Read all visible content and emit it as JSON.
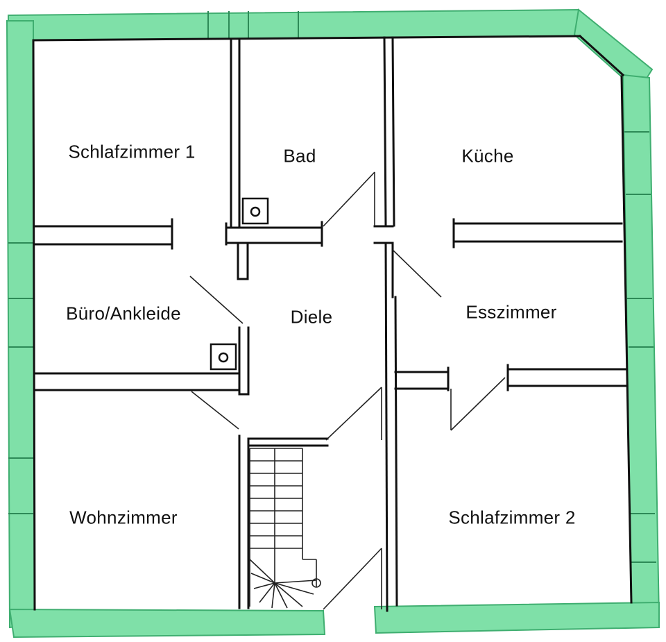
{
  "floorplan": {
    "colors": {
      "outer_wall_highlight": "#7fe0a8",
      "outer_wall_edge": "#3fae70",
      "wall_line": "#111111",
      "background": "#ffffff"
    },
    "rooms": {
      "schlafzimmer1": "Schlafzimmer 1",
      "bad": "Bad",
      "kueche": "Küche",
      "buero": "Büro/Ankleide",
      "diele": "Diele",
      "esszimmer": "Esszimmer",
      "wohnzimmer": "Wohnzimmer",
      "schlafzimmer2": "Schlafzimmer 2"
    }
  }
}
